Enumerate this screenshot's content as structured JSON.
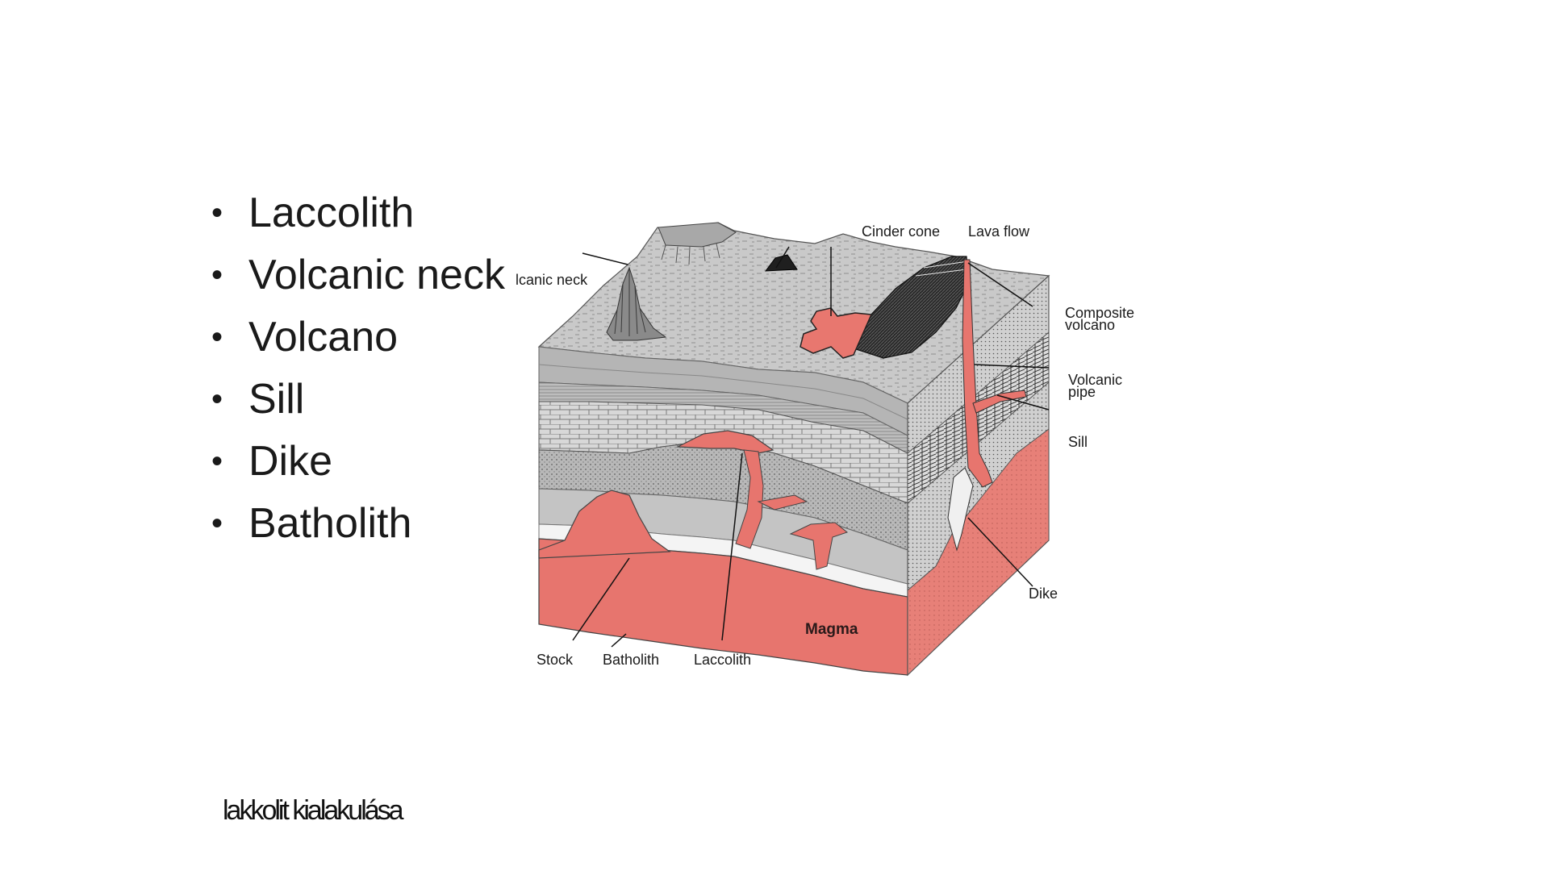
{
  "bullets": [
    "Laccolith",
    "Volcanic neck",
    "Volcano",
    "Sill",
    "Dike",
    "Batholith"
  ],
  "footer": "lakkolit kialakulása",
  "diagram": {
    "labels": {
      "cinder_cone": "Cinder cone",
      "lava_flow": "Lava flow",
      "volcanic_neck": "Volcanic neck",
      "composite_volcano_1": "Composite",
      "composite_volcano_2": "volcano",
      "volcanic_pipe_1": "Volcanic",
      "volcanic_pipe_2": "pipe",
      "sill": "Sill",
      "dike": "Dike",
      "magma": "Magma",
      "stock": "Stock",
      "batholith": "Batholith",
      "laccolith": "Laccolith"
    }
  }
}
